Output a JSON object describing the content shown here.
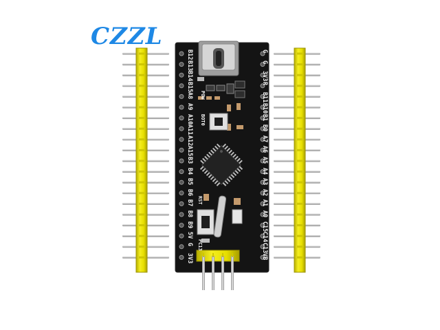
{
  "logo": {
    "text": "CZZL",
    "color": "#1e88e5"
  },
  "board": {
    "left_pins": [
      "B12",
      "B13",
      "B14",
      "B15",
      "A8",
      "A9",
      "A10",
      "A11",
      "A12",
      "A15",
      "B3",
      "B4",
      "B5",
      "B6",
      "B7",
      "B8",
      "B9",
      "5V",
      "G",
      "3V3"
    ],
    "right_pins": [
      "G",
      "G",
      "3V3",
      "R",
      "B11",
      "B10",
      "B1",
      "B0",
      "A7",
      "A6",
      "A5",
      "A4",
      "A3",
      "A2",
      "A1",
      "A0",
      "C15",
      "C14",
      "C13",
      "VB"
    ],
    "pow_label": "POW",
    "boot_label": "BOT0",
    "rst_label": "RST",
    "pc13_label": "PC13",
    "color_pcb": "#141414",
    "color_header": "#e8e000",
    "color_pin": "#cfcfcf"
  }
}
